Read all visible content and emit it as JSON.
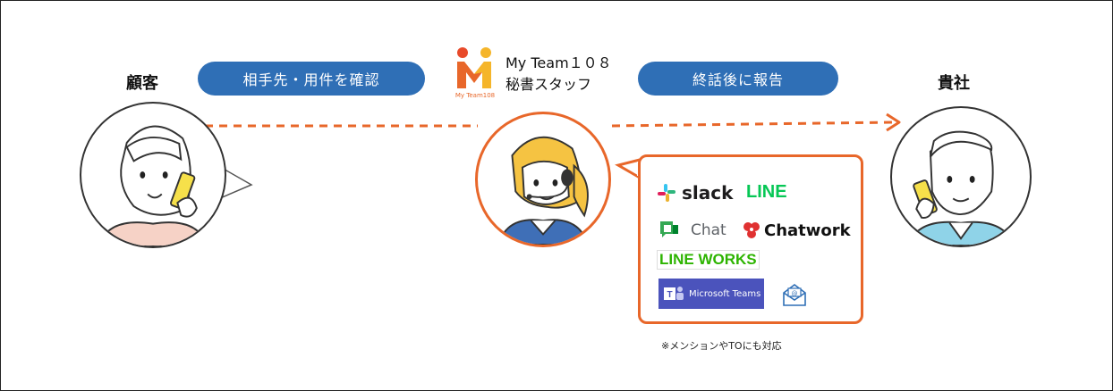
{
  "left_party": {
    "label": "顧客"
  },
  "right_party": {
    "label": "貴社"
  },
  "step_left": {
    "label": "相手先・用件を確認"
  },
  "step_right": {
    "label": "終話後に報告"
  },
  "brand": {
    "logo_text": "My Team108",
    "title_line1": "My Team１０８",
    "title_line2": "秘書スタッフ"
  },
  "services": {
    "slack": "slack",
    "line": "LINE",
    "chat": "Chat",
    "chatwork": "Chatwork",
    "line_works": "LINE WORKS",
    "teams": "Microsoft Teams"
  },
  "note": "※メンションやTOにも対応",
  "colors": {
    "accent": "#e8672a",
    "pill": "#2f6fb6"
  }
}
